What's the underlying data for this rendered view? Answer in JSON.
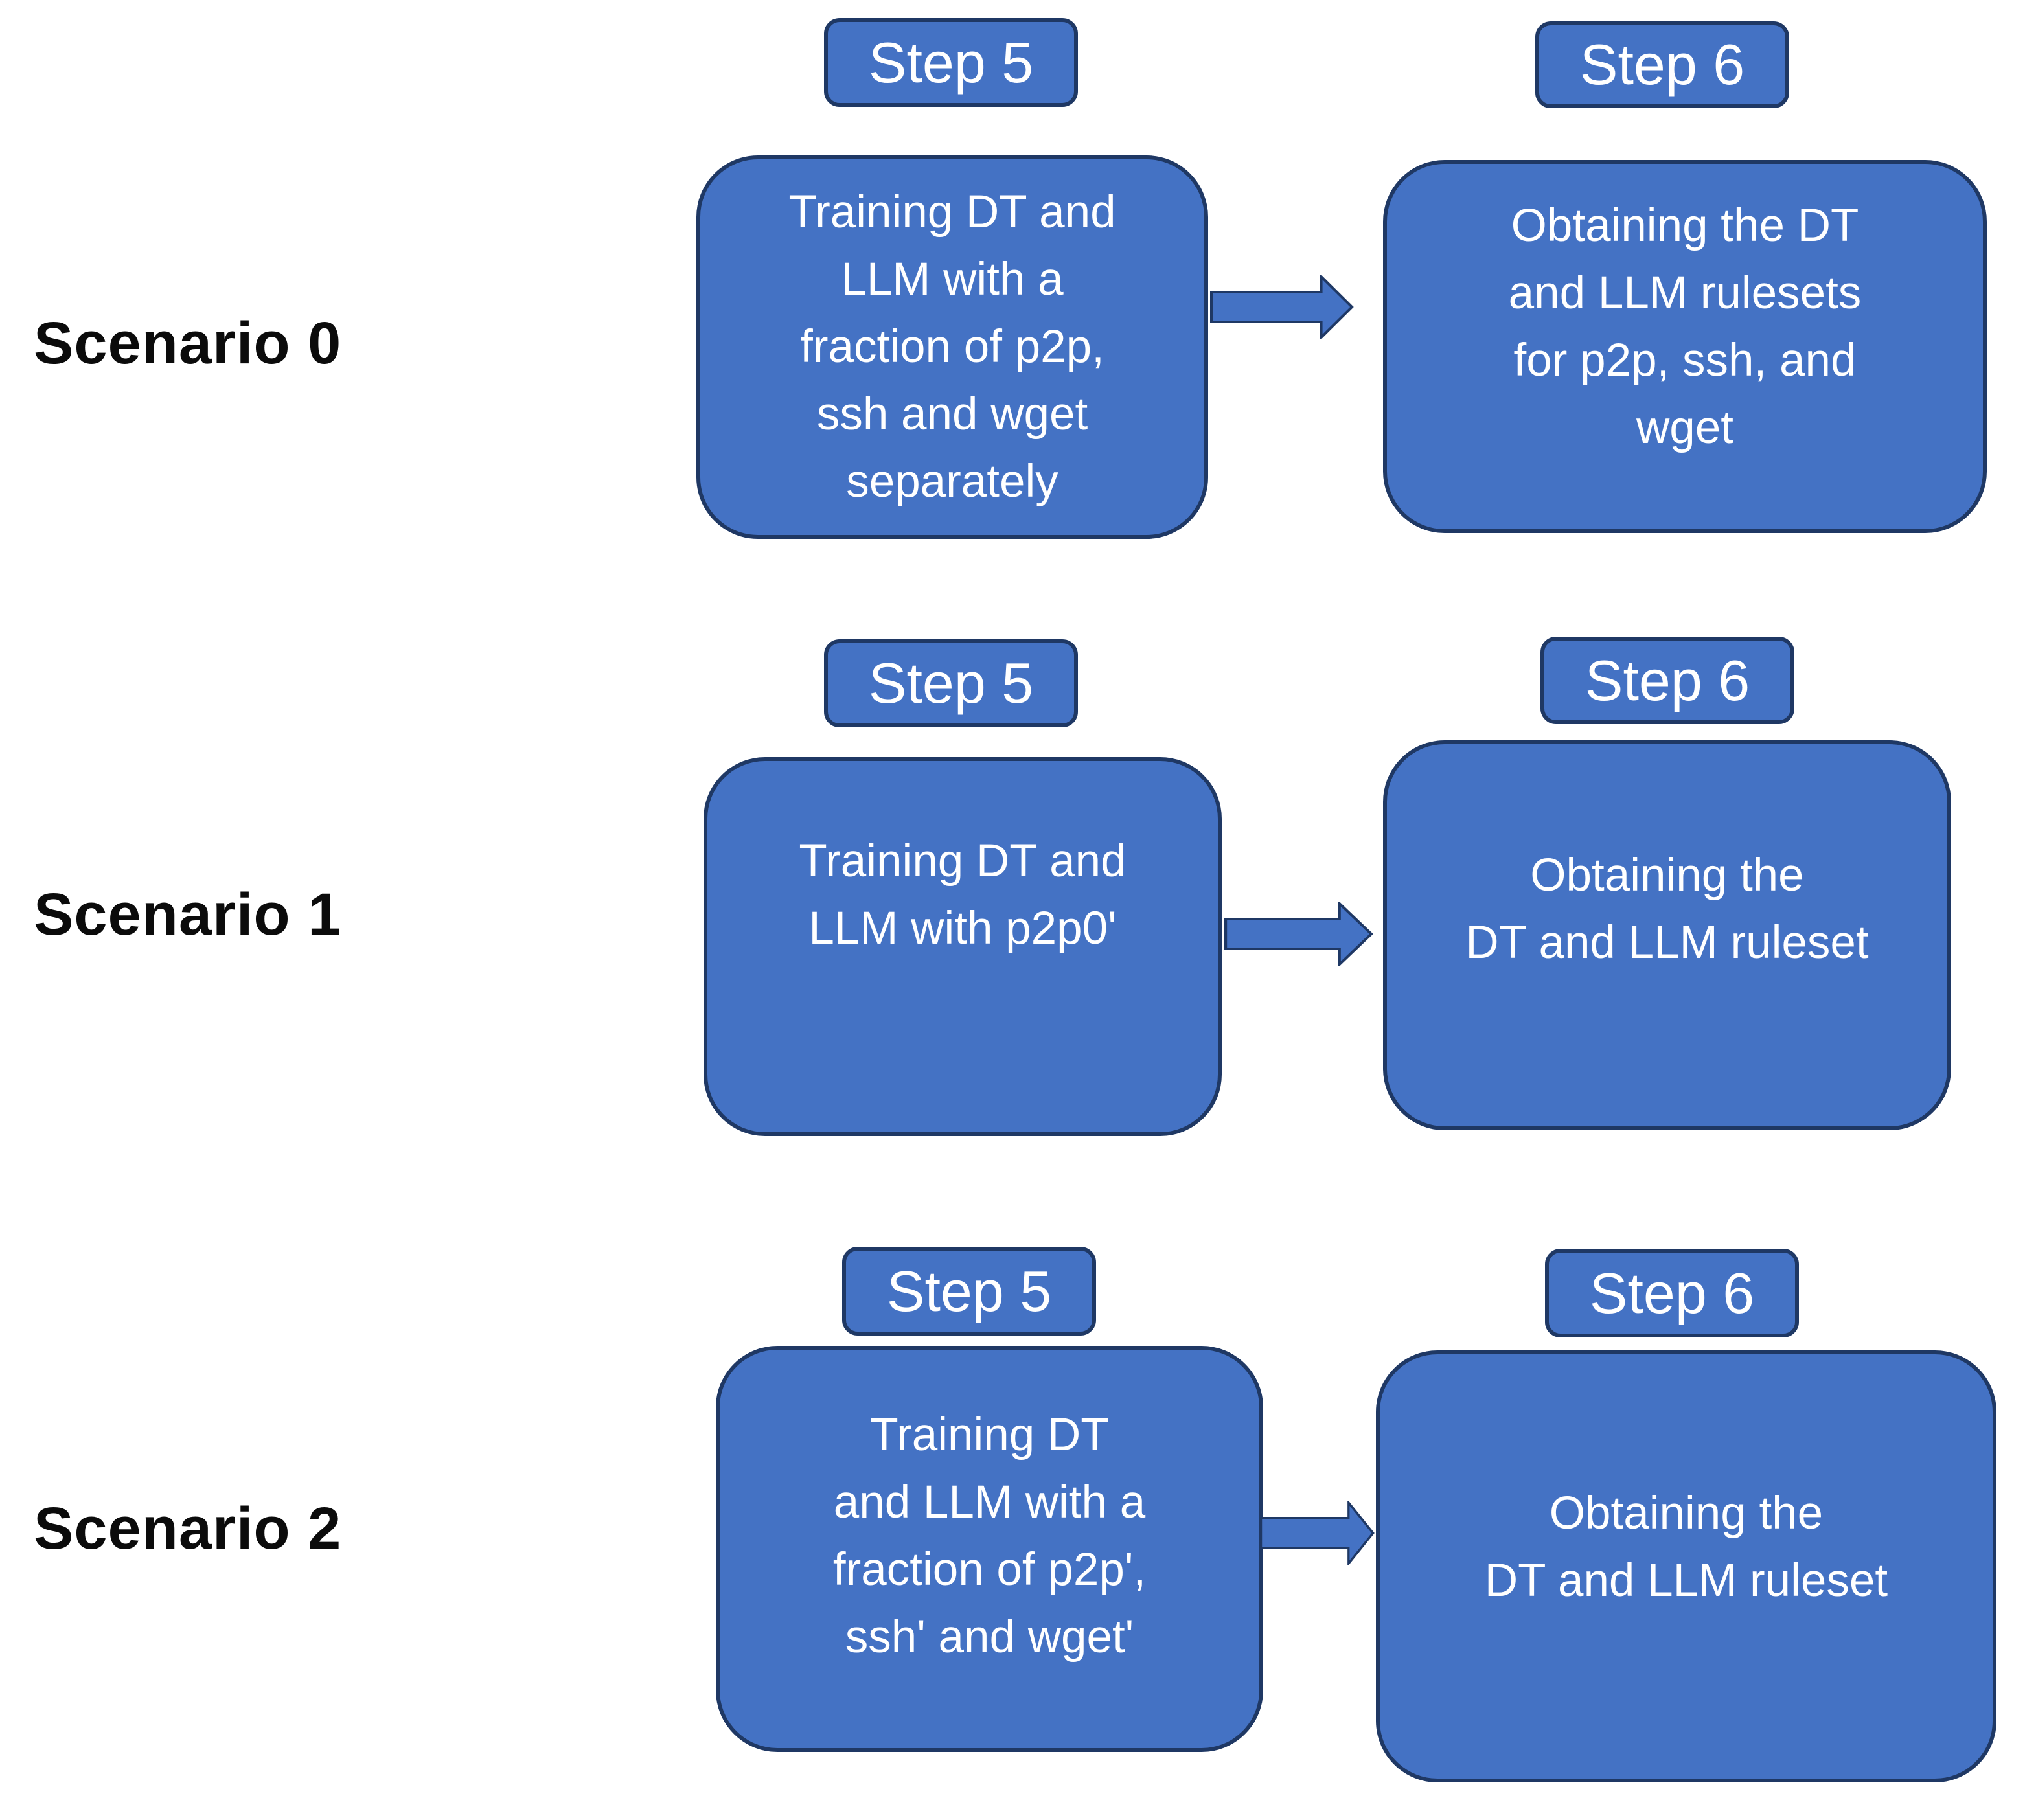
{
  "figure": {
    "type": "flowchart",
    "description_visible_text_only": true
  },
  "colors": {
    "box_fill": "#4472c4",
    "box_border": "#1f3864",
    "box_text": "#ffffff",
    "scenario_text": "#0b0b0b",
    "background": "#ffffff"
  },
  "scenarios": [
    {
      "label": "Scenario 0",
      "step5_tag": "Step 5",
      "step5_text": "Training DT and\nLLM with a\nfraction of p2p,\nssh and wget\nseparately",
      "step6_tag": "Step 6",
      "step6_text": "Obtaining the DT\nand LLM rulesets\nfor p2p, ssh, and\nwget"
    },
    {
      "label": "Scenario 1",
      "step5_tag": "Step 5",
      "step5_text": "Training DT and\nLLM with p2p0'",
      "step6_tag": "Step 6",
      "step6_text": "Obtaining the\nDT and LLM ruleset"
    },
    {
      "label": "Scenario 2",
      "step5_tag": "Step 5",
      "step5_text": "Training DT\nand LLM with a\nfraction of p2p',\nssh' and wget'",
      "step6_tag": "Step 6",
      "step6_text": "Obtaining the\nDT and LLM ruleset"
    }
  ]
}
